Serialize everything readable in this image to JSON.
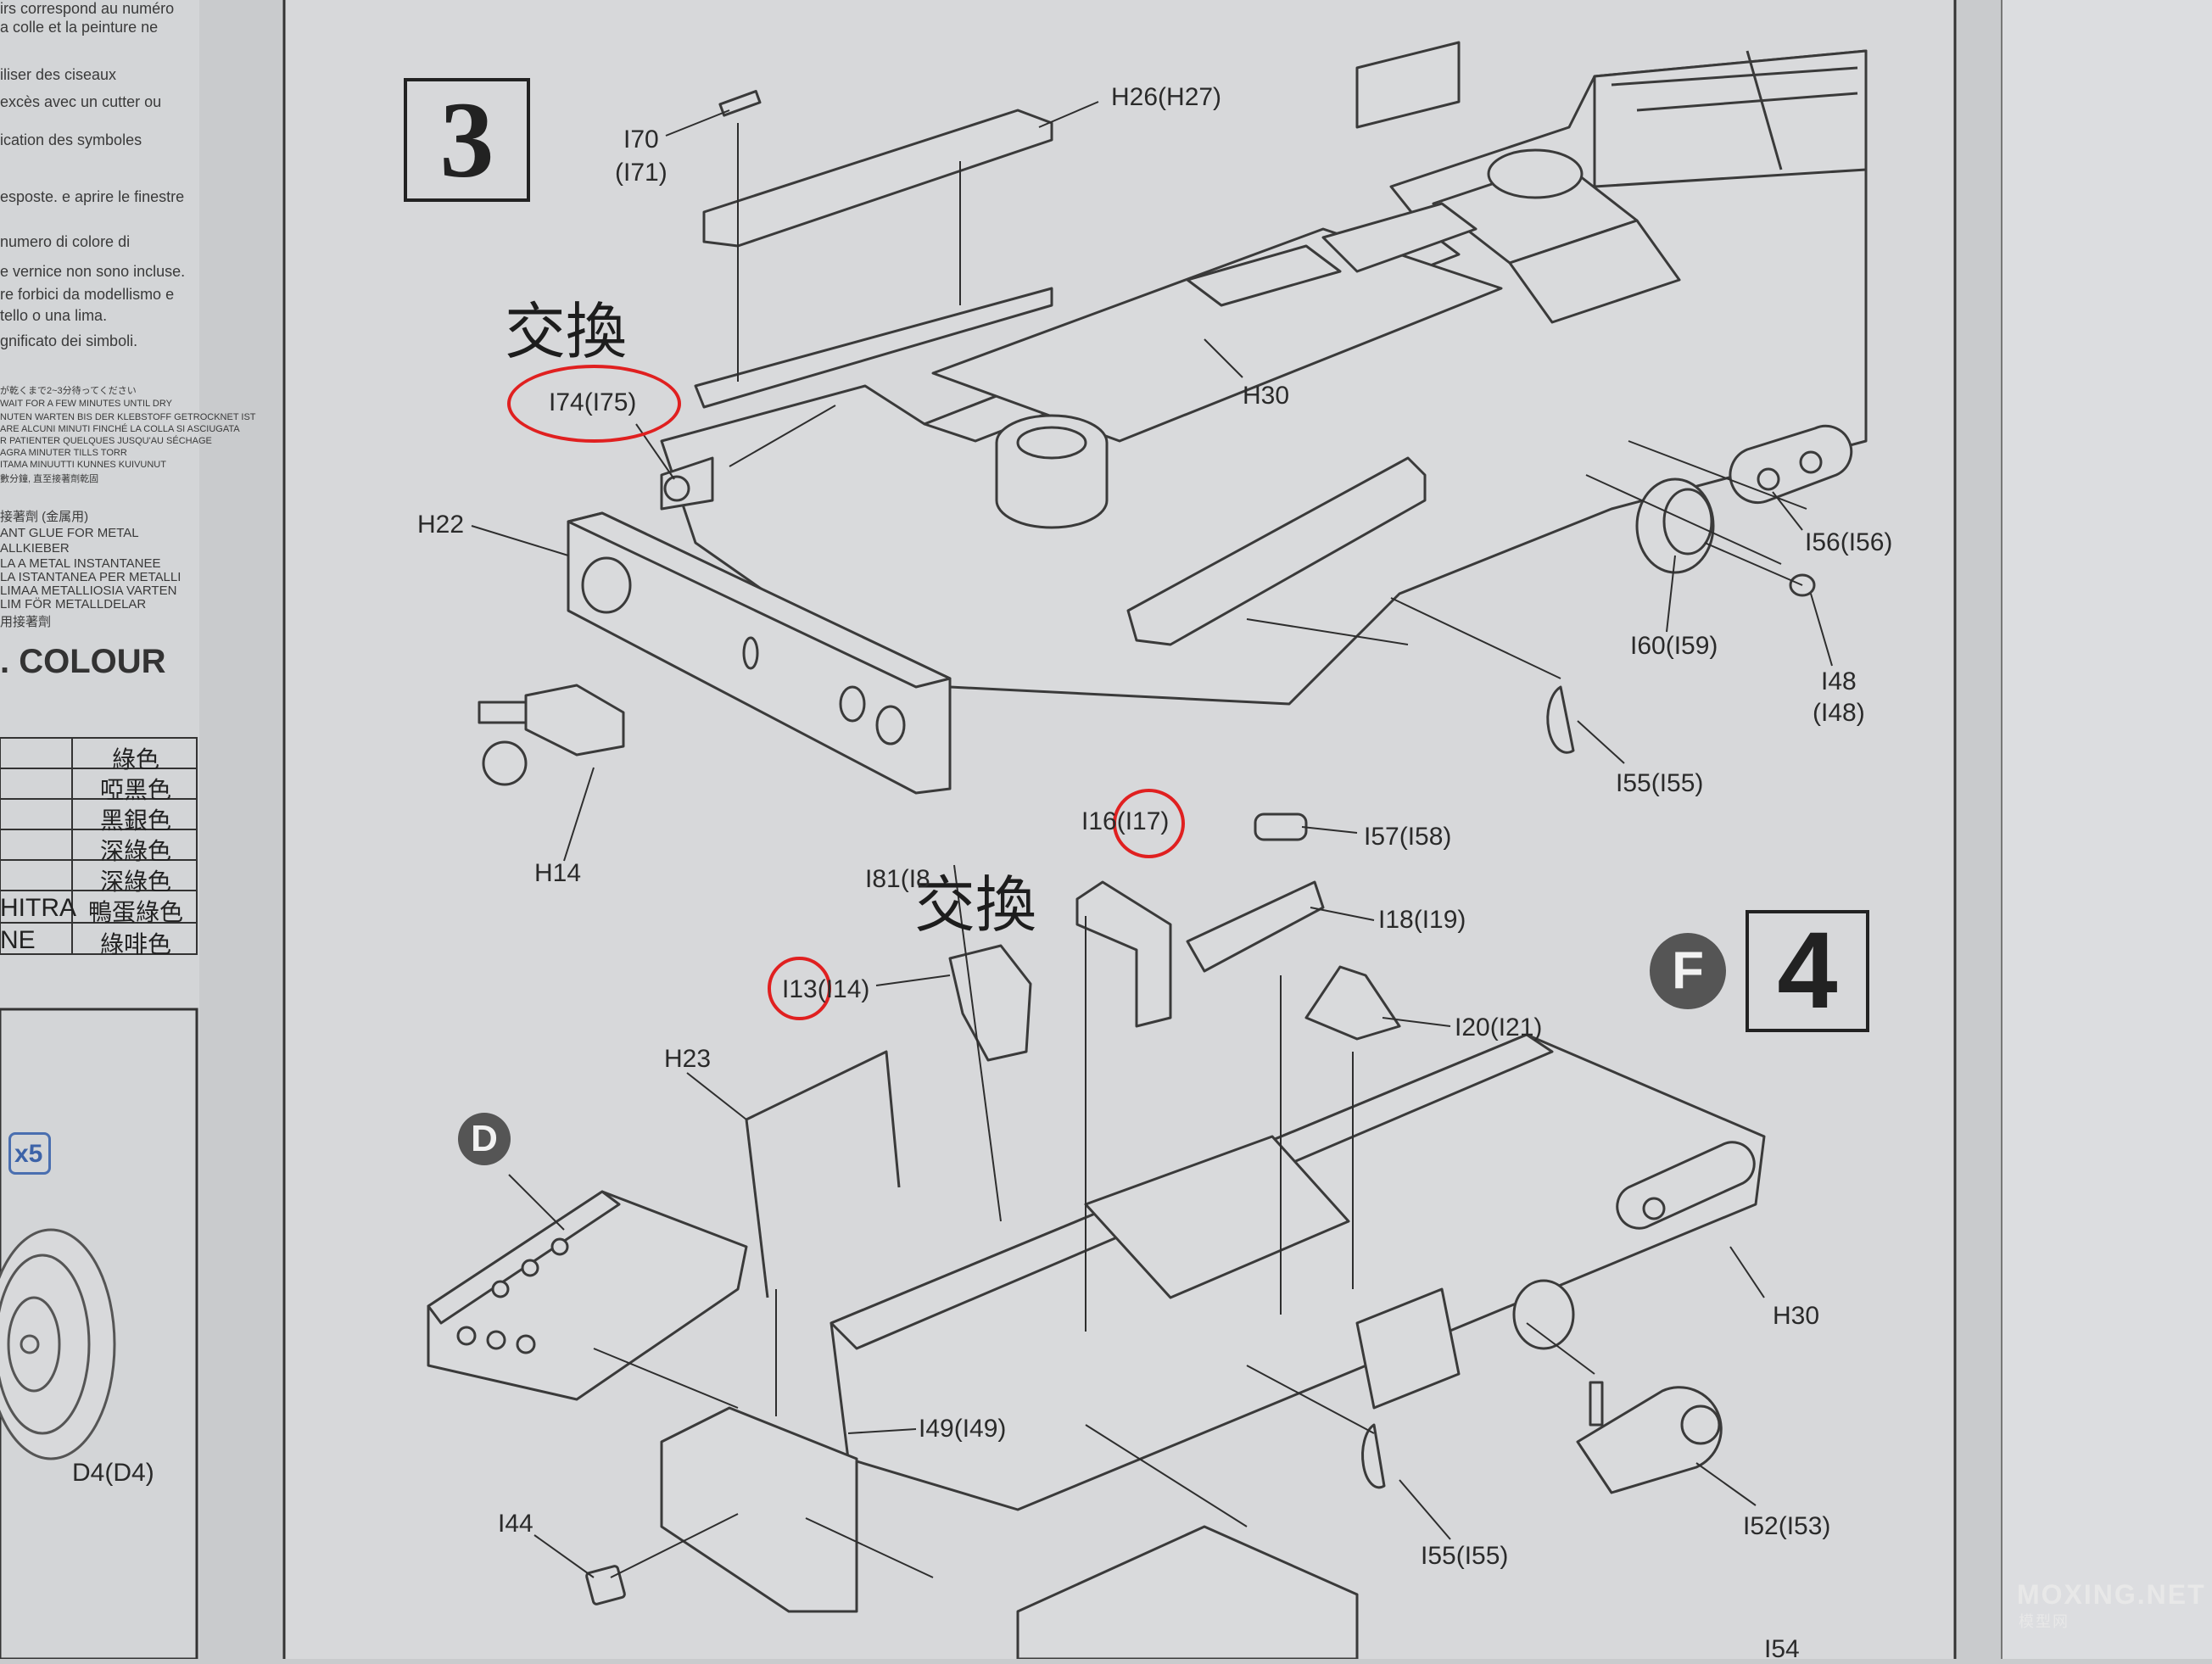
{
  "left_text": [
    "irs correspond au numéro",
    "a colle et la peinture ne",
    "iliser des ciseaux",
    "excès avec un cutter ou",
    "ication des symboles",
    "esposte. e aprire le finestre",
    "numero di colore di",
    "e vernice non sono incluse.",
    "re forbici da modellismo e",
    "tello o una lima.",
    "gnificato dei simboli.",
    "が乾くまで2~3分待ってください",
    "WAIT FOR A FEW MINUTES UNTIL DRY",
    "NUTEN WARTEN BIS DER KLEBSTOFF GETROCKNET IST",
    "ARE ALCUNI MINUTI FINCHÉ LA COLLA SI ASCIUGATA",
    "R PATIENTER QUELQUES JUSQU'AU SÉCHAGE",
    "AGRA MINUTER TILLS TORR",
    "ITAMA MINUUTTI KUNNES KUIVUNUT",
    "數分鐘, 直至接著劑乾固",
    "接著劑 (金属用)",
    "ANT GLUE FOR METAL",
    "ALLKIEBER",
    "LA A METAL INSTANTANEE",
    "LA ISTANTANEA PER METALLI",
    "LIMAA METALLIOSIA VARTEN",
    "LIM FÖR METALLDELAR",
    "用接著劑"
  ],
  "colour_heading": ". COLOUR",
  "colour_table": [
    {
      "left": "",
      "right": "綠色"
    },
    {
      "left": "",
      "right": "啞黑色"
    },
    {
      "left": "",
      "right": "黑銀色"
    },
    {
      "left": "",
      "right": "深綠色"
    },
    {
      "left": "",
      "right": "深綠色"
    },
    {
      "left": "HITRA",
      "right": "鴨蛋綠色"
    },
    {
      "left": "NE",
      "right": "綠啡色"
    }
  ],
  "x5_badge": "x5",
  "left_part_label": "D4(D4)",
  "step3": "3",
  "step4": "4",
  "letter_f": "F",
  "letter_d": "D",
  "note_swap_1": "交換",
  "note_swap_2": "交換",
  "labels": {
    "i70": "I70",
    "i71": "(I71)",
    "h26": "H26(H27)",
    "i74": "I74(I75)",
    "h30_top": "H30",
    "h22": "H22",
    "i56": "I56(I56)",
    "i60": "I60(I59)",
    "i48a": "I48",
    "i48b": "(I48)",
    "i55_top": "I55(I55)",
    "h14": "H14",
    "i16": "I16(I17)",
    "i57": "I57(I58)",
    "i81": "I81(I8",
    "i18": "I18(I19)",
    "i13": "I13(I14)",
    "i20": "I20(I21)",
    "h23": "H23",
    "h30_bot": "H30",
    "i49": "I49(I49)",
    "i44": "I44",
    "i55_bot": "I55(I55)",
    "i52": "I52(I53)",
    "i54": "I54"
  },
  "watermark": "MOXING.NET",
  "watermark_sub": "模型网"
}
